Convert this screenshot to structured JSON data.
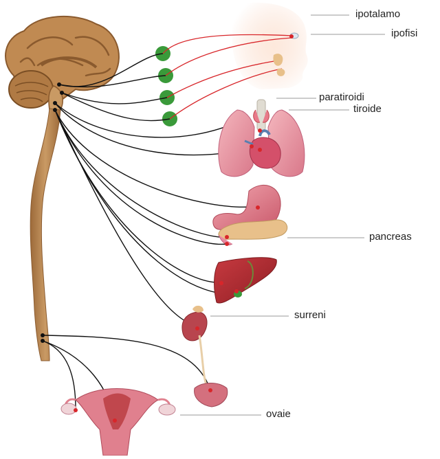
{
  "labels": {
    "hypothalamus": "ipotalamo",
    "pituitary": "ipofisi",
    "parathyroid": "paratiroidi",
    "thyroid": "tiroide",
    "pancreas": "pancreas",
    "adrenals": "surreni",
    "ovaries": "ovaie"
  },
  "colors": {
    "brain": "#c08a52",
    "brain_dark": "#8a5a2e",
    "spinal_cord": "#b88652",
    "nerve": "#111111",
    "hormone_path": "#d8262a",
    "ganglion": "#3a9a3a",
    "organ_red": "#c0474d",
    "organ_pink": "#e08a98",
    "liver": "#a3262c",
    "pancreas": "#e8c08a",
    "skin": "#fce6d8",
    "leader_line": "#999999"
  }
}
